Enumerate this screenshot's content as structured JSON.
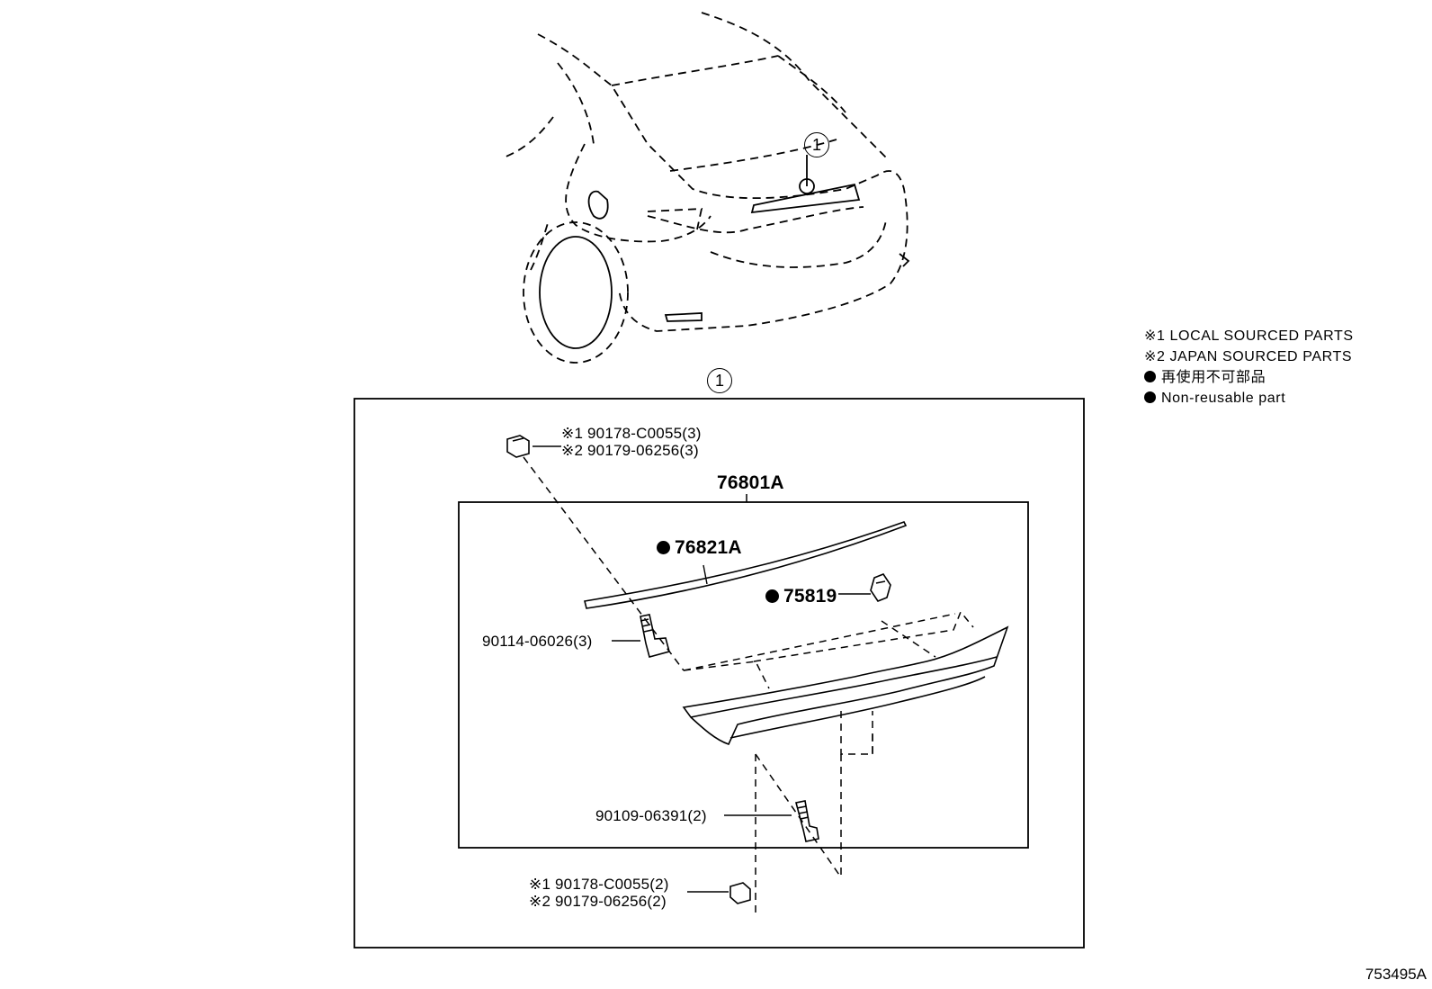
{
  "legend": {
    "local": "※1  LOCAL SOURCED PARTS",
    "japan": "※2  JAPAN SOURCED PARTS",
    "nonreuse_jp": "再使用不可部品",
    "nonreuse_en": "Non-reusable part"
  },
  "callout": {
    "top": "1",
    "box": "1"
  },
  "parts": {
    "assembly": "76801A",
    "garnish_seal": "76821A",
    "clip": "75819",
    "stud": "90114-06026(3)",
    "bolt": "90109-06391(2)",
    "nut_top_local": "※1 90178-C0055(3)",
    "nut_top_japan": "※2 90179-06256(3)",
    "nut_bot_local": "※1 90178-C0055(2)",
    "nut_bot_japan": "※2 90179-06256(2)"
  },
  "figure_id": "753495A"
}
